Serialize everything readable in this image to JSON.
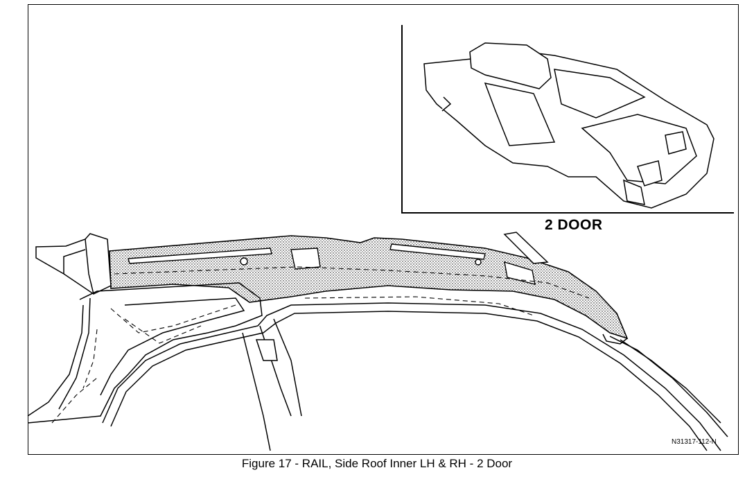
{
  "inset": {
    "label": "2 DOOR"
  },
  "part_number": "N31317-112-N",
  "caption": "Figure 17 - RAIL, Side Roof Inner LH & RH - 2 Door"
}
